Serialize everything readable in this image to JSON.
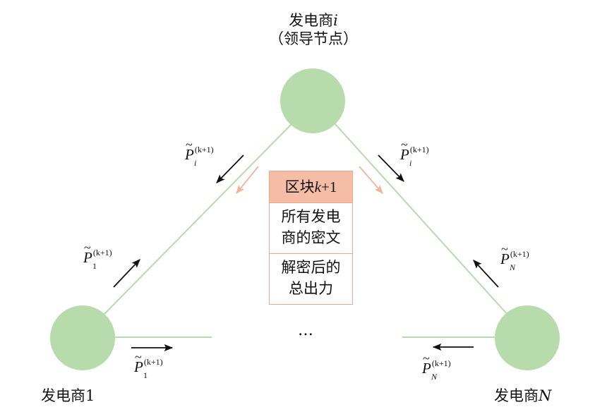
{
  "nodes": {
    "leader": {
      "name": "发电商",
      "var": "i",
      "role": "（领导节点）",
      "color": "#b7dbaa"
    },
    "gen1": {
      "name": "发电商",
      "var": "1"
    },
    "genN": {
      "name": "发电商",
      "var": "N"
    }
  },
  "block": {
    "title_prefix": "区块",
    "title_var": "k",
    "title_suffix": "+1",
    "cell1_line1": "所有发电",
    "cell1_line2": "商的密文",
    "cell2_line1": "解密后的",
    "cell2_line2": "总出力",
    "header_color": "#f5bda5",
    "border_color": "#e9a98d"
  },
  "messages": {
    "base": "P",
    "sup": "(k+1)",
    "sub_i": "i",
    "sub_1": "1",
    "sub_N": "N"
  },
  "ellipsis": "…",
  "colors": {
    "edge": "#b7dbaa",
    "arrow_dark": "#111111",
    "arrow_light": "#f0b49c"
  }
}
